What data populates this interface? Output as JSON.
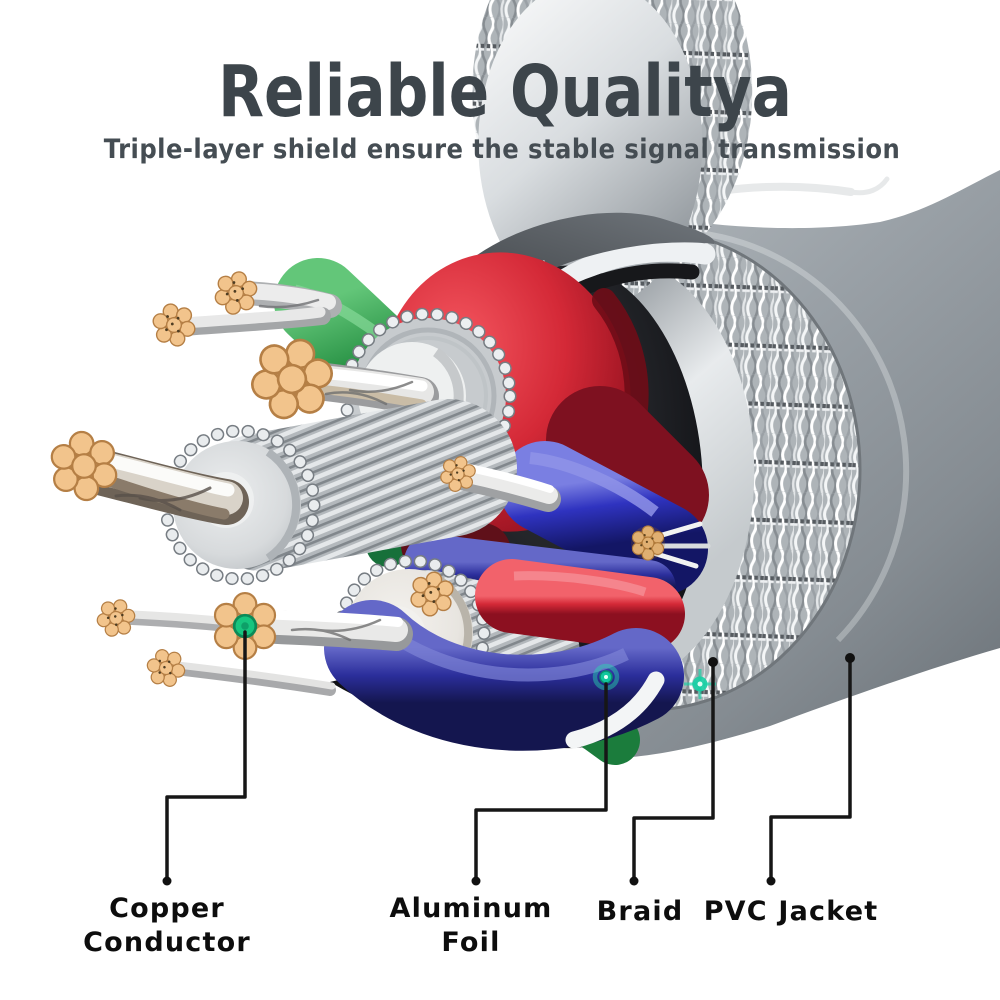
{
  "header": {
    "title": "Reliable Qualitya",
    "subtitle": "Triple-layer shield ensure the stable signal transmission"
  },
  "callouts": {
    "copper": {
      "line1": "Copper",
      "line2": "Conductor"
    },
    "aluminum": {
      "line1": "Aluminum",
      "line2": "Foil"
    },
    "braid": {
      "line1": "Braid",
      "line2": ""
    },
    "pvc": {
      "line1": "PVC Jacket",
      "line2": ""
    }
  },
  "palette": {
    "title_color": "#3d454b",
    "label_color": "#0d0d0d",
    "callout_line": "#161616",
    "accent_teal_marker": "#14c99b",
    "pvc_jacket_gray": "#9aa1a7",
    "braid_silver": "#c9ced2",
    "aluminum_foil_white": "#f2f4f6",
    "inner_sheath_black": "#17181b",
    "wire_red": "#d42937",
    "wire_blue": "#2f33c0",
    "wire_green": "#2b9447",
    "copper_strand_tan": "#f2c48c"
  }
}
